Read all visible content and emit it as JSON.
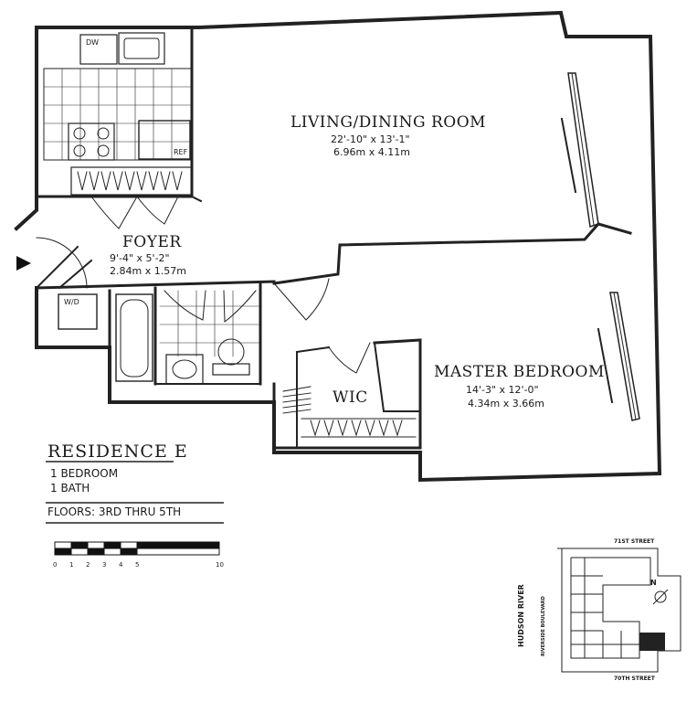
{
  "rooms": {
    "living": {
      "name": "LIVING/DINING ROOM",
      "dim_imperial": "22'-10\" x 13'-1\"",
      "dim_metric": "6.96m x 4.11m"
    },
    "foyer": {
      "name": "FOYER",
      "dim_imperial": "9'-4\" x 5'-2\"",
      "dim_metric": "2.84m x 1.57m"
    },
    "master": {
      "name": "MASTER BEDROOM",
      "dim_imperial": "14'-3\" x 12'-0\"",
      "dim_metric": "4.34m x 3.66m"
    },
    "wic": {
      "name": "WIC"
    }
  },
  "fixtures": {
    "dishwasher": "DW",
    "refrigerator": "REF",
    "washer_dryer": "W/D"
  },
  "legend": {
    "title": "RESIDENCE E",
    "bedrooms": "1  BEDROOM",
    "baths": "1  BATH",
    "floors": "FLOORS:  3RD THRU 5TH"
  },
  "scale": {
    "ticks": [
      "0",
      "1",
      "2",
      "3",
      "4",
      "5",
      "10"
    ]
  },
  "keyplan": {
    "street_top": "71ST STREET",
    "street_bottom": "70TH STREET",
    "river": "HUDSON RIVER",
    "boulevard": "RIVERSIDE BOULEVARD",
    "north": "N"
  }
}
